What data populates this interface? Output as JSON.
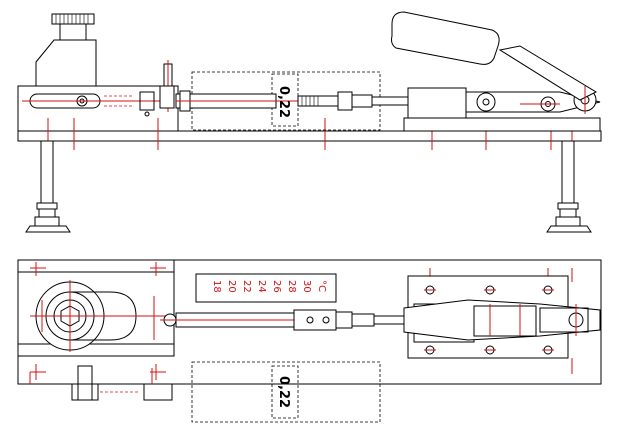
{
  "views": {
    "side": {
      "dimension_label": "0,22"
    },
    "top": {
      "dimension_label": "0,22",
      "scale": {
        "unit": "°C",
        "marks": [
          "30",
          "28",
          "26",
          "24",
          "22",
          "20",
          "18"
        ]
      }
    }
  },
  "colors": {
    "line": "#000000",
    "centerline": "#d01010",
    "background": "#ffffff"
  }
}
